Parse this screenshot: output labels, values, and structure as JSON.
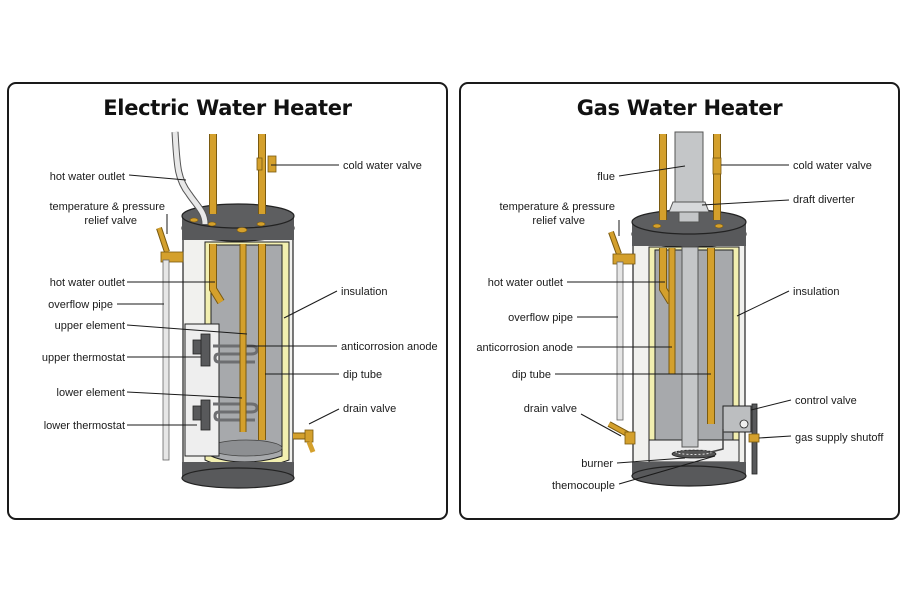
{
  "electric": {
    "title": "Electric Water Heater",
    "labels": {
      "hot_water_outlet_top": "hot water outlet",
      "tp_relief_line1": "temperature & pressure",
      "tp_relief_line2": "relief valve",
      "hot_water_outlet": "hot water outlet",
      "overflow_pipe": "overflow pipe",
      "upper_element": "upper element",
      "upper_thermostat": "upper thermostat",
      "lower_element": "lower element",
      "lower_thermostat": "lower thermostat",
      "cold_water_valve": "cold water valve",
      "insulation": "insulation",
      "anticorrosion_anode": "anticorrosion anode",
      "dip_tube": "dip tube",
      "drain_valve": "drain valve"
    }
  },
  "gas": {
    "title": "Gas Water Heater",
    "labels": {
      "flue": "flue",
      "tp_relief_line1": "temperature & pressure",
      "tp_relief_line2": "relief valve",
      "hot_water_outlet": "hot water outlet",
      "overflow_pipe": "overflow pipe",
      "anticorrosion_anode": "anticorrosion anode",
      "dip_tube": "dip tube",
      "drain_valve": "drain valve",
      "burner": "burner",
      "thermocouple": "themocouple",
      "cold_water_valve": "cold water valve",
      "draft_diverter": "draft diverter",
      "insulation": "insulation",
      "control_valve": "control valve",
      "gas_supply_shutoff": "gas supply shutoff"
    }
  },
  "colors": {
    "pipe_brass": "#d4a02c",
    "pipe_outline": "#7a5a10",
    "tank_dark": "#58595b",
    "tank_interior": "#a7a9ac",
    "tank_shell": "#f1f1ee",
    "insulation": "#f2efb0",
    "flue_gray": "#c4c6c8"
  }
}
